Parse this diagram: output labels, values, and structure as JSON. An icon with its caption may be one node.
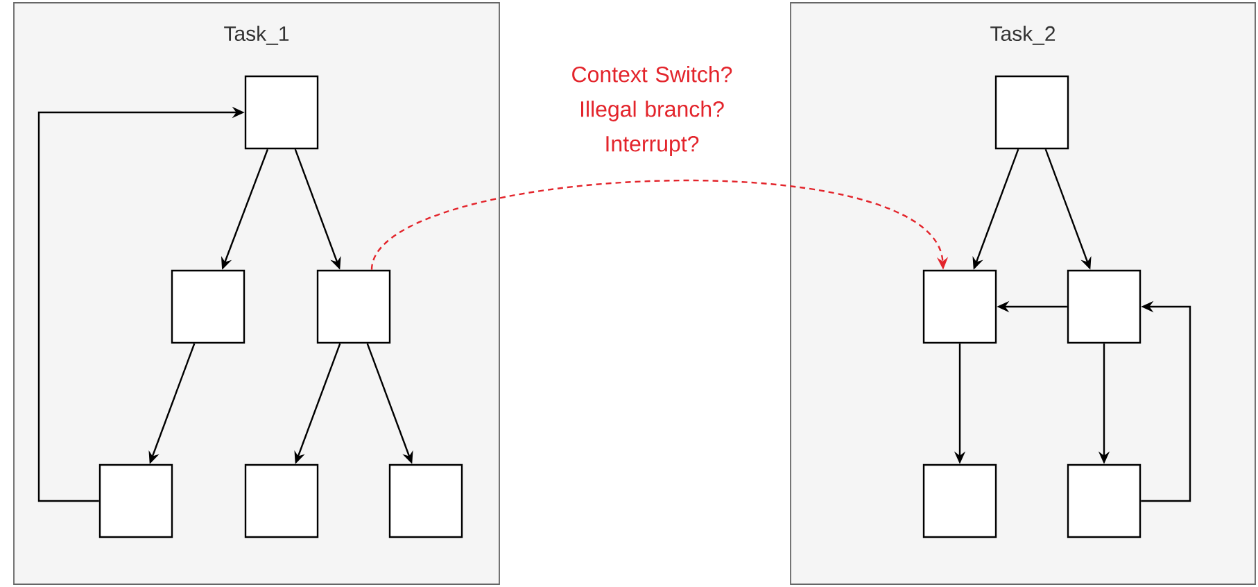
{
  "diagram": {
    "nodes": [
      {
        "text": [
          "Task_1"
        ]
      },
      {
        "text": [],
        "shape": "box",
        "in": 0
      },
      {
        "text": [],
        "shape": "box",
        "in": 0
      },
      {
        "text": [],
        "shape": "box",
        "in": 0
      },
      {
        "text": [],
        "shape": "box",
        "in": 0
      },
      {
        "text": [],
        "shape": "box",
        "in": 0
      },
      {
        "text": [],
        "shape": "box",
        "in": 0
      },
      {
        "text": [
          "Task_2"
        ]
      },
      {
        "text": [],
        "shape": "box",
        "in": 7
      },
      {
        "text": [],
        "shape": "box",
        "in": 7
      },
      {
        "text": [],
        "shape": "box",
        "in": 7
      },
      {
        "text": [],
        "shape": "box",
        "in": 7
      },
      {
        "text": [],
        "shape": "box",
        "in": 7
      }
    ],
    "edges": [
      {
        "from": 1,
        "to": 2,
        "arrow": "to"
      },
      {
        "from": 1,
        "to": 3,
        "arrow": "to"
      },
      {
        "from": 2,
        "to": 4,
        "arrow": "to"
      },
      {
        "from": 3,
        "to": 5,
        "arrow": "to"
      },
      {
        "from": 3,
        "to": 6,
        "arrow": "to"
      },
      {
        "from": 4,
        "to": 1,
        "arrow": "to"
      },
      {
        "from": 3,
        "to": 9,
        "arrow": "to",
        "style": "dashed",
        "color": "#e3242b",
        "label": "Context Switch? Illegal branch? Interrupt?"
      },
      {
        "from": 8,
        "to": 9,
        "arrow": "to"
      },
      {
        "from": 8,
        "to": 10,
        "arrow": "to"
      },
      {
        "from": 10,
        "to": 9,
        "arrow": "to"
      },
      {
        "from": 9,
        "to": 11,
        "arrow": "to"
      },
      {
        "from": 10,
        "to": 12,
        "arrow": "to"
      },
      {
        "from": 12,
        "to": 10,
        "arrow": "to"
      }
    ]
  }
}
